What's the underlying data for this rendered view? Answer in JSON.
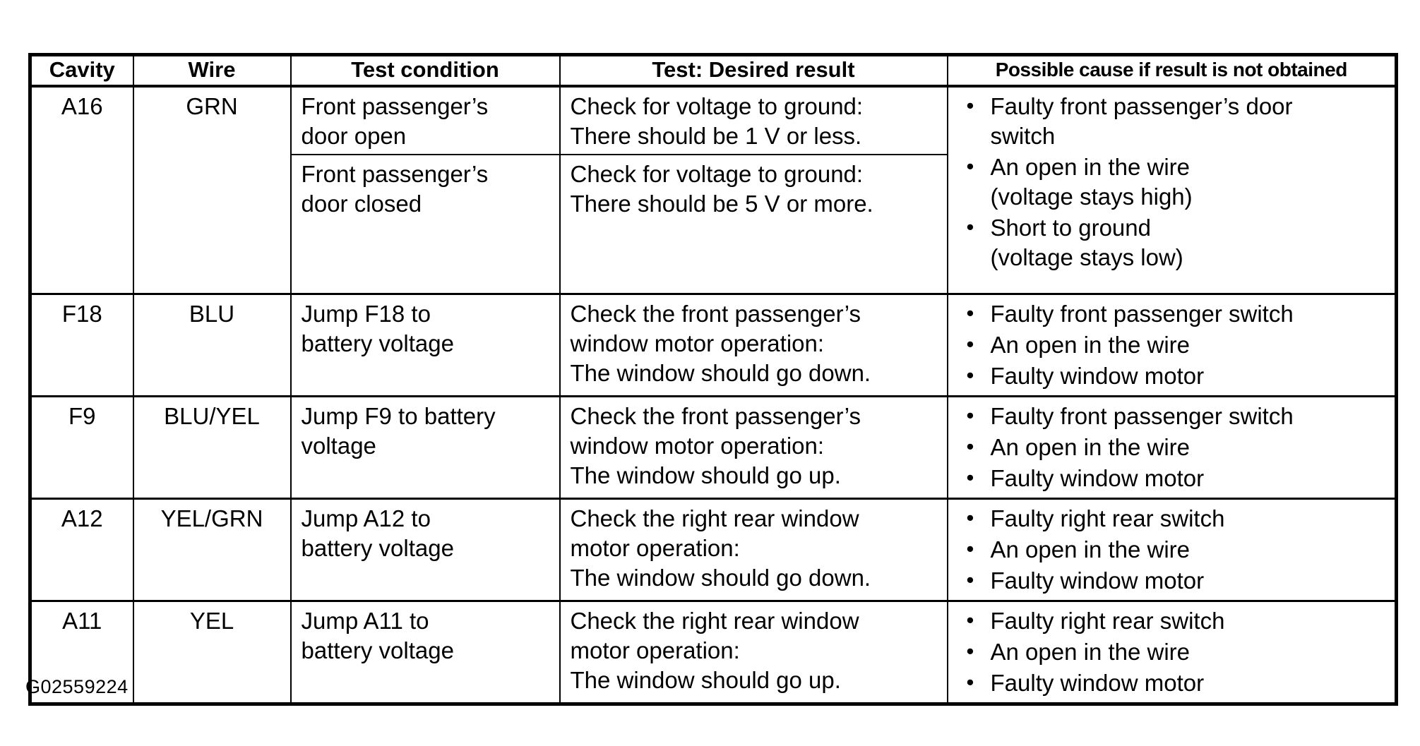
{
  "figure_id": "G02559224",
  "table": {
    "headers": [
      "Cavity",
      "Wire",
      "Test condition",
      "Test: Desired result",
      "Possible cause if result is not obtained"
    ],
    "rows": [
      {
        "cavity": "A16",
        "wire": "GRN",
        "tests": [
          {
            "condition": "Front passenger’s\ndoor open",
            "result": "Check for voltage to ground:\nThere should be 1 V or less."
          },
          {
            "condition": "Front passenger’s\ndoor closed",
            "result": "Check for voltage to ground:\nThere should be 5 V or more."
          }
        ],
        "causes": [
          "Faulty front passenger’s door\nswitch",
          "An open in the wire\n(voltage stays high)",
          "Short to ground\n(voltage stays low)"
        ]
      },
      {
        "cavity": "F18",
        "wire": "BLU",
        "tests": [
          {
            "condition": "Jump F18 to\nbattery voltage",
            "result": "Check the front passenger’s\nwindow motor operation:\nThe window should go down."
          }
        ],
        "causes": [
          "Faulty front passenger switch",
          "An open in the wire",
          "Faulty window motor"
        ]
      },
      {
        "cavity": "F9",
        "wire": "BLU/YEL",
        "tests": [
          {
            "condition": "Jump F9 to battery\nvoltage",
            "result": "Check the front passenger’s\nwindow motor operation:\nThe window should go up."
          }
        ],
        "causes": [
          "Faulty front passenger switch",
          "An open in the wire",
          "Faulty window motor"
        ]
      },
      {
        "cavity": "A12",
        "wire": "YEL/GRN",
        "tests": [
          {
            "condition": "Jump A12 to\nbattery voltage",
            "result": "Check the right rear window\nmotor operation:\nThe window should go down."
          }
        ],
        "causes": [
          "Faulty right rear switch",
          "An open in the wire",
          "Faulty window motor"
        ]
      },
      {
        "cavity": "A11",
        "wire": "YEL",
        "tests": [
          {
            "condition": "Jump A11 to\nbattery voltage",
            "result": "Check the right rear window\nmotor operation:\nThe window should go up."
          }
        ],
        "causes": [
          "Faulty right rear switch",
          "An open in the wire",
          "Faulty window motor"
        ]
      }
    ]
  }
}
